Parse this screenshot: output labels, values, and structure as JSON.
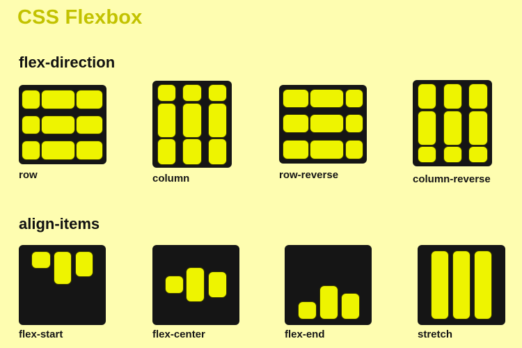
{
  "title": "CSS Flexbox",
  "sections": [
    {
      "heading": "flex-direction",
      "examples": [
        {
          "label": "row"
        },
        {
          "label": "column"
        },
        {
          "label": "row-reverse"
        },
        {
          "label": "column-reverse"
        }
      ]
    },
    {
      "heading": "align-items",
      "examples": [
        {
          "label": "flex-start"
        },
        {
          "label": "flex-center"
        },
        {
          "label": "flex-end"
        },
        {
          "label": "stretch"
        }
      ]
    }
  ],
  "colors": {
    "background": "#fefdb0",
    "title": "#c2c200",
    "box": "#151515",
    "item": "#eef400"
  }
}
